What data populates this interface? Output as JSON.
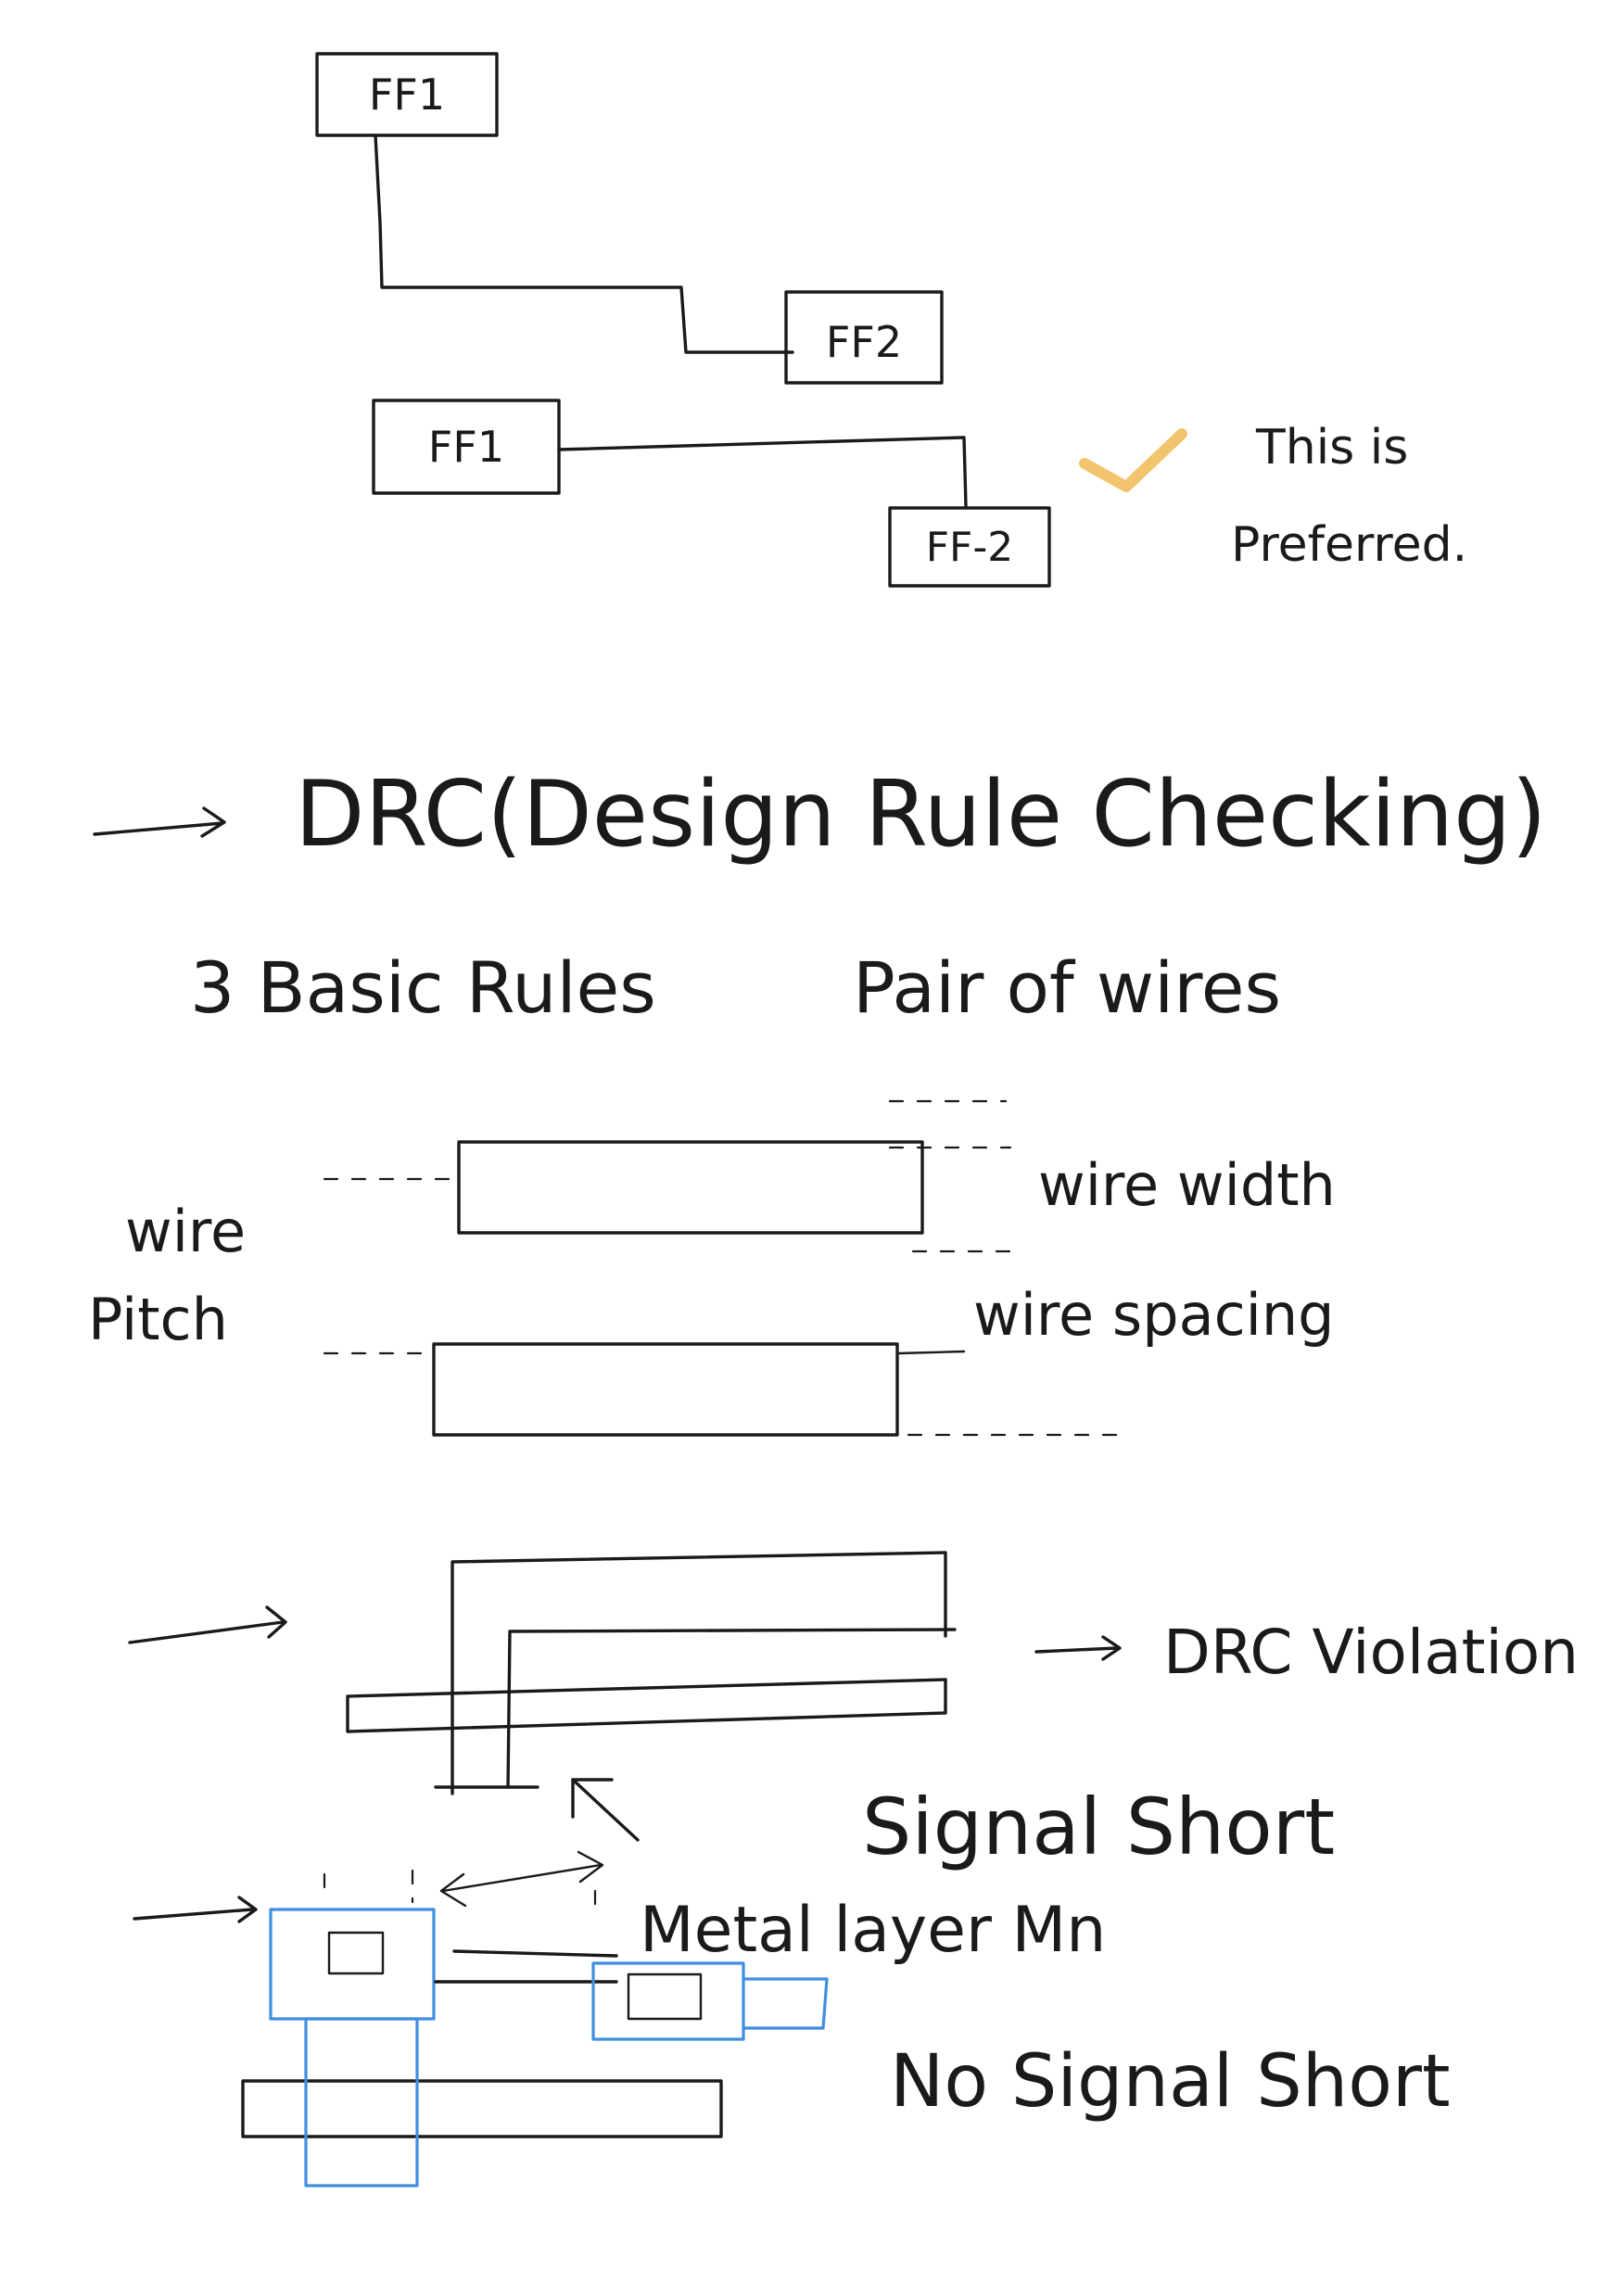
{
  "diagram": {
    "routing_top": {
      "ff1": "FF1",
      "ff2": "FF2"
    },
    "routing_preferred": {
      "ff1": "FF1",
      "ff2": "FF-2",
      "note_line1": "This is",
      "note_line2": "Preferred."
    },
    "drc": {
      "heading": "DRC(Design Rule Checking)",
      "rules_line": "3 Basic Rules",
      "rules_line_2": "Pair of wires",
      "wire_width": "wire width",
      "wire_spacing": "wire spacing",
      "wire_pitch_1": "wire",
      "wire_pitch_2": "Pitch"
    },
    "violation": {
      "label": "DRC Violation",
      "short": "Signal Short"
    },
    "metal": {
      "label": "Metal layer Mn",
      "no_short": "No Signal Short"
    },
    "colors": {
      "ink": "#1a1a1a",
      "check": "#f2c46e",
      "metal_outline": "#3f8ee0"
    }
  }
}
